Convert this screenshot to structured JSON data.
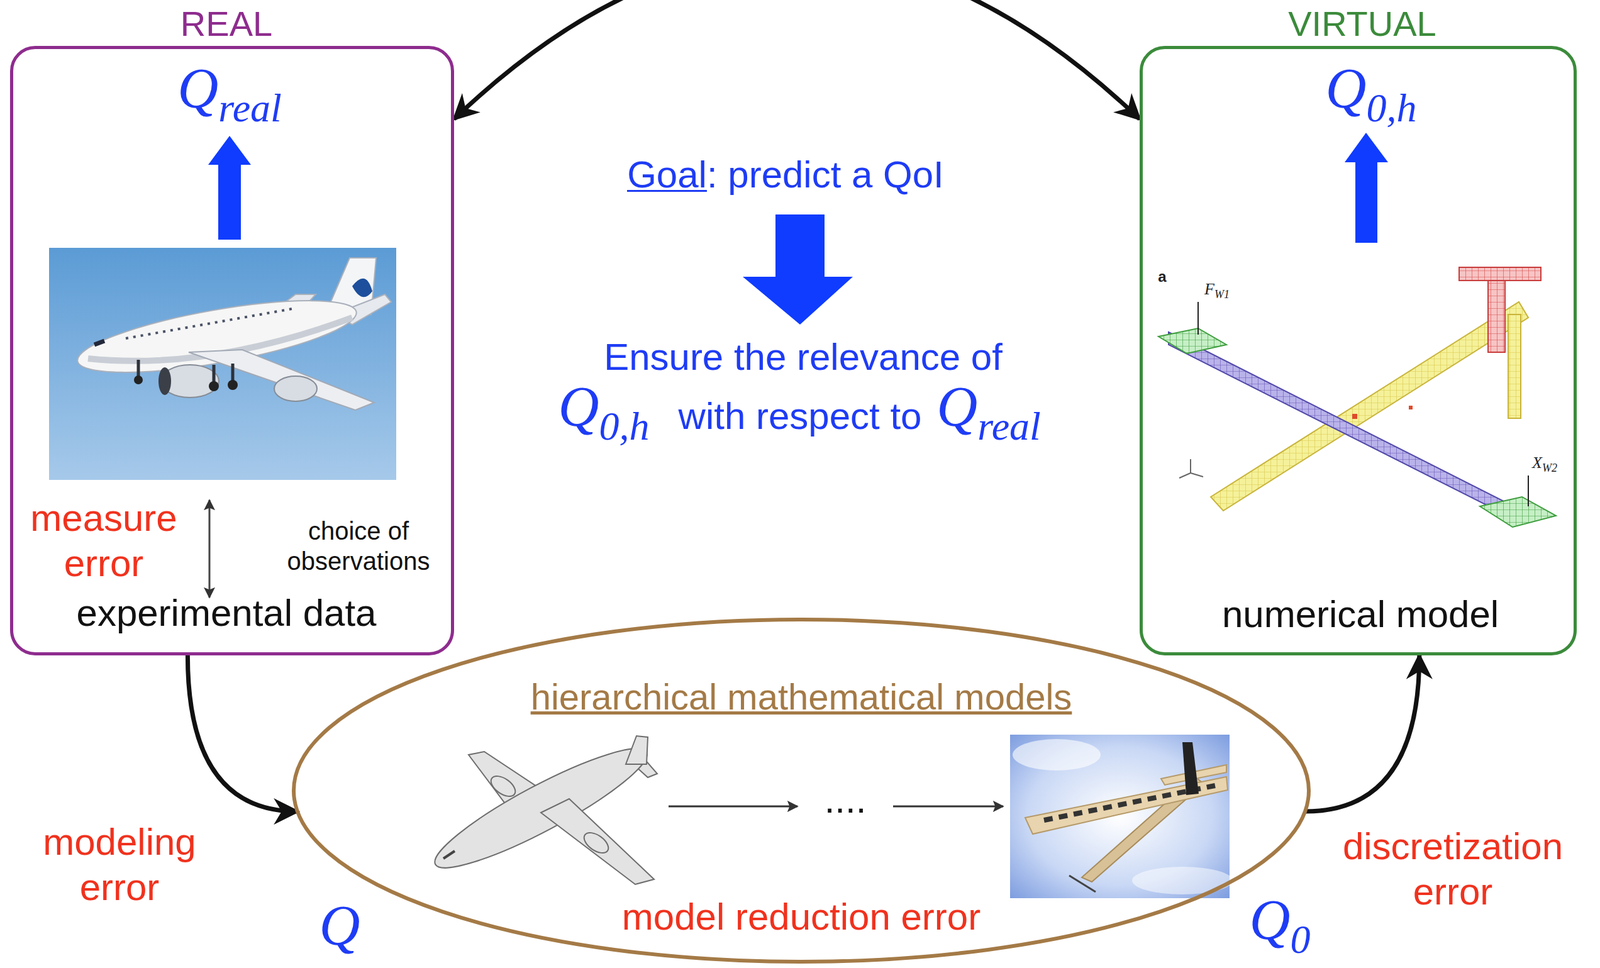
{
  "diagram": {
    "nodes": [
      {
        "text": [
          "REAL",
          "Qreal",
          "measure error",
          "choice of observations",
          "experimental data"
        ]
      },
      {
        "text": [
          "VIRTUAL",
          "Q0,h",
          "numerical model"
        ]
      },
      {
        "text": [
          "hierarchical mathematical models",
          "Q",
          "....",
          "model reduction error",
          "Q0"
        ]
      }
    ],
    "edges": [
      {
        "from": 0,
        "to": 1,
        "arrow": "both"
      },
      {
        "from": 0,
        "to": 2,
        "label": "modeling error",
        "arrow": "to"
      },
      {
        "from": 2,
        "to": 1,
        "label": "discretization error",
        "arrow": "to"
      }
    ],
    "labels": [
      "Goal: predict a QoI",
      "Ensure the relevance of",
      "Q0,h",
      "with respect to",
      "Qreal",
      "a",
      "FW1",
      "XW2"
    ]
  }
}
